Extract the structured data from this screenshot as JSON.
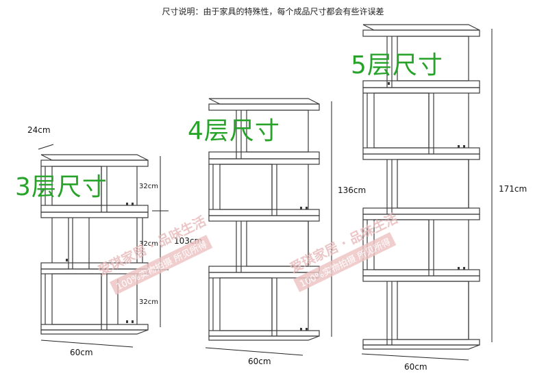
{
  "note": "尺寸说明：由于家具的特殊性，每个成品尺寸都会有些许误差",
  "shelves": {
    "three": {
      "title": "3层尺寸",
      "depth": "24cm",
      "level_heights": [
        "32cm",
        "32cm",
        "32cm"
      ],
      "total_height": "103cm",
      "width": "60cm"
    },
    "four": {
      "title": "4层尺寸",
      "total_height": "136cm",
      "width": "60cm"
    },
    "five": {
      "title": "5层尺寸",
      "total_height": "171cm",
      "width": "60cm"
    }
  },
  "watermark": {
    "brand": "爱琪家居 · 品味生活",
    "slogan": "100%实物拍摄 所见所得"
  },
  "colors": {
    "title": "#27a32a",
    "line": "#3a3a3a",
    "watermark": "#e8b9b9"
  }
}
